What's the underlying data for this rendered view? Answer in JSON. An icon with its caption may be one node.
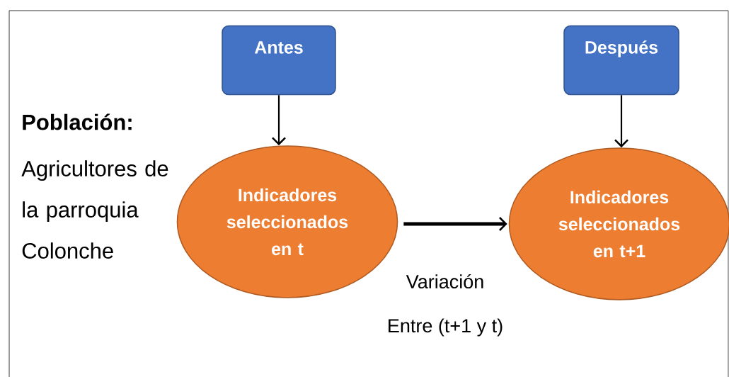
{
  "diagram": {
    "nodes": [
      {
        "text": [
          "Antes"
        ]
      },
      {
        "text": [
          "Después"
        ]
      },
      {
        "text": [
          "Indicadores seleccionados en t"
        ]
      },
      {
        "text": [
          "Indicadores seleccionados en t+1"
        ]
      }
    ],
    "edges": [
      {
        "from": 0,
        "to": 2,
        "arrow": "to"
      },
      {
        "from": 1,
        "to": 3,
        "arrow": "to"
      },
      {
        "from": 2,
        "to": 3,
        "arrow": "to",
        "style": "thick"
      }
    ],
    "labels": [
      "Población:",
      "Agricultores de la parroquia Colonche",
      "Variación",
      "Entre (t+1 y t)"
    ]
  }
}
